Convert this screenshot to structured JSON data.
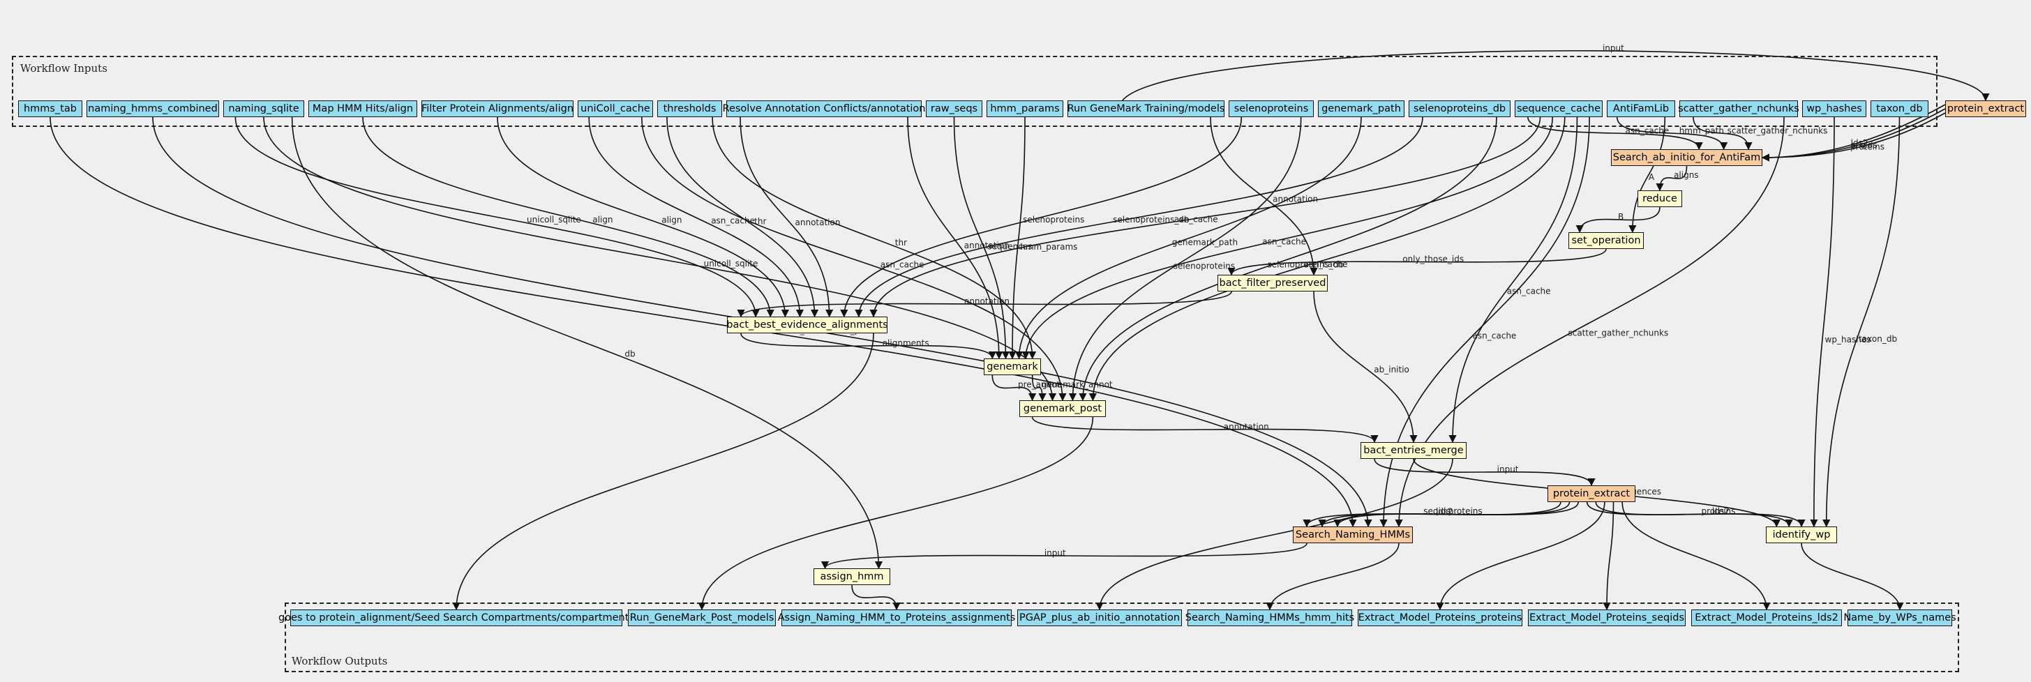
{
  "inputs_title": "Workflow Inputs",
  "outputs_title": "Workflow Outputs",
  "nodes": {
    "hmms_tab": "hmms_tab",
    "naming_hmms_combined": "naming_hmms_combined",
    "naming_sqlite": "naming_sqlite",
    "map_hmm_hits": "Map HMM Hits/align",
    "filter_protein": "Filter Protein Alignments/align",
    "unicoll_cache": "uniColl_cache",
    "thresholds": "thresholds",
    "resolve_annot": "Resolve Annotation Conflicts/annotation",
    "raw_seqs": "raw_seqs",
    "hmm_params": "hmm_params",
    "run_genemark": "Run GeneMark Training/models",
    "selenoproteins": "selenoproteins",
    "genemark_path": "genemark_path",
    "selenoproteins_db": "selenoproteins_db",
    "sequence_cache": "sequence_cache",
    "antifamlib": "AntiFamLib",
    "scatter_gather": "scatter_gather_nchunks",
    "wp_hashes": "wp_hashes",
    "taxon_db": "taxon_db",
    "protein_extract_top": "protein_extract",
    "search_antifam": "Search_ab_initio_for_AntiFam",
    "reduce": "reduce",
    "set_operation": "set_operation",
    "bact_filter": "bact_filter_preserved",
    "bact_best": "bact_best_evidence_alignments",
    "genemark": "genemark",
    "genemark_post": "genemark_post",
    "bact_entries_merge": "bact_entries_merge",
    "protein_extract_mid": "protein_extract",
    "search_naming": "Search_Naming_HMMs",
    "identify_wp": "identify_wp",
    "assign_hmm": "assign_hmm",
    "out_compartments": "goes to protein_alignment/Seed Search Compartments/compartments",
    "out_genemark_models": "Run_GeneMark_Post_models",
    "out_assign_naming": "Assign_Naming_HMM_to_Proteins_assignments",
    "out_pgap": "PGAP_plus_ab_initio_annotation",
    "out_search_hits": "Search_Naming_HMMs_hmm_hits",
    "out_ext_proteins": "Extract_Model_Proteins_proteins",
    "out_ext_seqids": "Extract_Model_Proteins_seqids",
    "out_ext_lds2": "Extract_Model_Proteins_lds2",
    "out_name_by_wp": "Name_by_WPs_names"
  },
  "edges": [
    {
      "from": "run_genemark",
      "to": "protein_extract_top",
      "label": "input"
    },
    {
      "from": "protein_extract_top",
      "to": "search_antifam",
      "label": "seqids"
    },
    {
      "from": "protein_extract_top",
      "to": "search_antifam",
      "label": "proteins"
    },
    {
      "from": "protein_extract_top",
      "to": "search_antifam",
      "label": "lds2"
    },
    {
      "from": "sequence_cache",
      "to": "search_antifam",
      "label": "asn_cache"
    },
    {
      "from": "antifamlib",
      "to": "search_antifam",
      "label": "hmm_path"
    },
    {
      "from": "scatter_gather",
      "to": "search_antifam",
      "label": "scatter_gather_nchunks"
    },
    {
      "from": "search_antifam",
      "to": "reduce",
      "label": "aligns"
    },
    {
      "from": "reduce",
      "to": "set_operation",
      "label": "B"
    },
    {
      "from": "antifamlib",
      "to": "set_operation",
      "label": "A"
    },
    {
      "from": "set_operation",
      "to": "bact_filter",
      "label": "only_those_ids"
    },
    {
      "from": "run_genemark",
      "to": "bact_filter",
      "label": "annotation"
    },
    {
      "from": "bact_filter",
      "to": "bact_best",
      "label": "annotation"
    },
    {
      "from": "naming_sqlite",
      "to": "bact_best",
      "label": "unicoll_sqlite"
    },
    {
      "from": "map_hmm_hits",
      "to": "bact_best",
      "label": "align"
    },
    {
      "from": "filter_protein",
      "to": "bact_best",
      "label": "align"
    },
    {
      "from": "unicoll_cache",
      "to": "bact_best",
      "label": "asn_cache"
    },
    {
      "from": "thresholds",
      "to": "bact_best",
      "label": "thr"
    },
    {
      "from": "resolve_annot",
      "to": "bact_best",
      "label": "annotation"
    },
    {
      "from": "selenoproteins",
      "to": "bact_best",
      "label": "selenoproteins"
    },
    {
      "from": "selenoproteins_db",
      "to": "bact_best",
      "label": "selenoproteins_db"
    },
    {
      "from": "sequence_cache",
      "to": "bact_best",
      "label": "asn_cache"
    },
    {
      "from": "bact_best",
      "to": "genemark",
      "label": "alignments"
    },
    {
      "from": "resolve_annot",
      "to": "genemark",
      "label": "annotation"
    },
    {
      "from": "raw_seqs",
      "to": "genemark",
      "label": "sequences"
    },
    {
      "from": "hmm_params",
      "to": "genemark",
      "label": "hmm_params"
    },
    {
      "from": "genemark_path",
      "to": "genemark",
      "label": "genemark_path"
    },
    {
      "from": "sequence_cache",
      "to": "genemark",
      "label": "asn_cache"
    },
    {
      "from": "thresholds",
      "to": "genemark",
      "label": "thr"
    },
    {
      "from": "genemark",
      "to": "genemark_post",
      "label": "pre_annot"
    },
    {
      "from": "genemark",
      "to": "genemark_post",
      "label": "genemark_annot"
    },
    {
      "from": "naming_sqlite",
      "to": "genemark_post",
      "label": "unicoll_sqlite"
    },
    {
      "from": "unicoll_cache",
      "to": "genemark_post",
      "label": "asn_cache"
    },
    {
      "from": "selenoproteins",
      "to": "genemark_post",
      "label": "selenoproteins"
    },
    {
      "from": "selenoproteins_db",
      "to": "genemark_post",
      "label": "selenoproteins_db"
    },
    {
      "from": "sequence_cache",
      "to": "genemark_post",
      "label": "asn_cache"
    },
    {
      "from": "genemark_post",
      "to": "bact_entries_merge",
      "label": "annotation"
    },
    {
      "from": "bact_filter",
      "to": "bact_entries_merge",
      "label": "ab_initio"
    },
    {
      "from": "sequence_cache",
      "to": "bact_entries_merge",
      "label": "asn_cache"
    },
    {
      "from": "bact_entries_merge",
      "to": "protein_extract_mid",
      "label": "input"
    },
    {
      "from": "bact_entries_merge",
      "to": "identify_wp",
      "label": "sequences"
    },
    {
      "from": "protein_extract_mid",
      "to": "search_naming",
      "label": "seqids"
    },
    {
      "from": "protein_extract_mid",
      "to": "search_naming",
      "label": "lds2"
    },
    {
      "from": "protein_extract_mid",
      "to": "search_naming",
      "label": "proteins"
    },
    {
      "from": "hmms_tab",
      "to": "search_naming",
      "label": "hmms_tab"
    },
    {
      "from": "naming_hmms_combined",
      "to": "search_naming",
      "label": "hmm_path"
    },
    {
      "from": "sequence_cache",
      "to": "search_naming",
      "label": "asn_cache"
    },
    {
      "from": "scatter_gather",
      "to": "search_naming",
      "label": "scatter_gather_nchunks"
    },
    {
      "from": "protein_extract_mid",
      "to": "identify_wp",
      "label": "proteins"
    },
    {
      "from": "protein_extract_mid",
      "to": "identify_wp",
      "label": "lds2"
    },
    {
      "from": "wp_hashes",
      "to": "identify_wp",
      "label": "wp_hashes"
    },
    {
      "from": "taxon_db",
      "to": "identify_wp",
      "label": "taxon_db"
    },
    {
      "from": "search_naming",
      "to": "assign_hmm",
      "label": "input"
    },
    {
      "from": "naming_sqlite",
      "to": "assign_hmm",
      "label": "db"
    },
    {
      "from": "bact_best",
      "to": "out_compartments",
      "label": ""
    },
    {
      "from": "genemark_post",
      "to": "out_genemark_models",
      "label": ""
    },
    {
      "from": "assign_hmm",
      "to": "out_assign_naming",
      "label": ""
    },
    {
      "from": "bact_entries_merge",
      "to": "out_pgap",
      "label": ""
    },
    {
      "from": "search_naming",
      "to": "out_search_hits",
      "label": ""
    },
    {
      "from": "protein_extract_mid",
      "to": "out_ext_proteins",
      "label": ""
    },
    {
      "from": "protein_extract_mid",
      "to": "out_ext_seqids",
      "label": ""
    },
    {
      "from": "protein_extract_mid",
      "to": "out_ext_lds2",
      "label": ""
    },
    {
      "from": "identify_wp",
      "to": "out_name_by_wp",
      "label": ""
    }
  ]
}
